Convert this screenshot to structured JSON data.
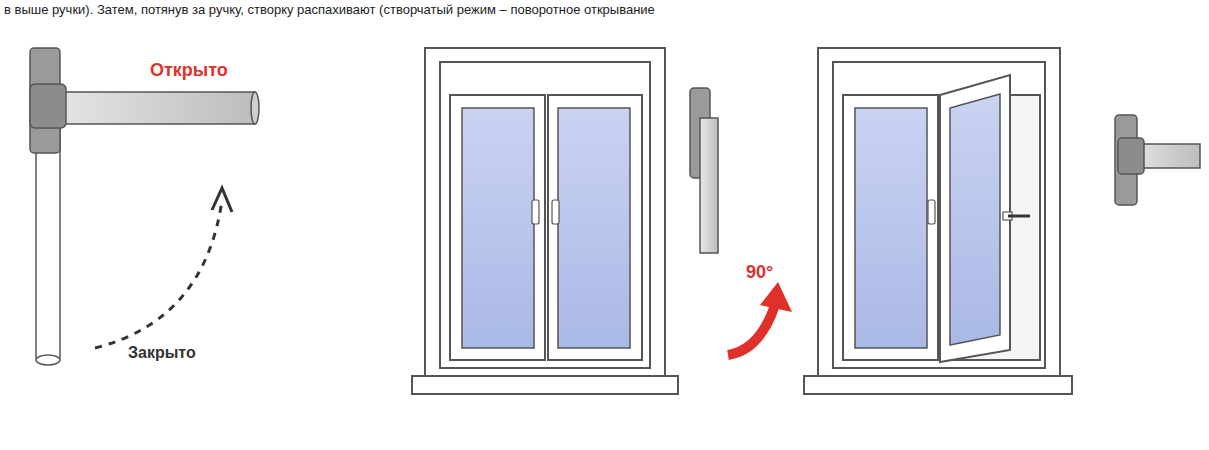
{
  "diagram": {
    "labels": [
      "в выше ручки). Затем, потянув за ручку, створку распахивают (створчатый режим – поворотное открывание",
      "Открыто",
      "Закрыто",
      "90°"
    ]
  }
}
